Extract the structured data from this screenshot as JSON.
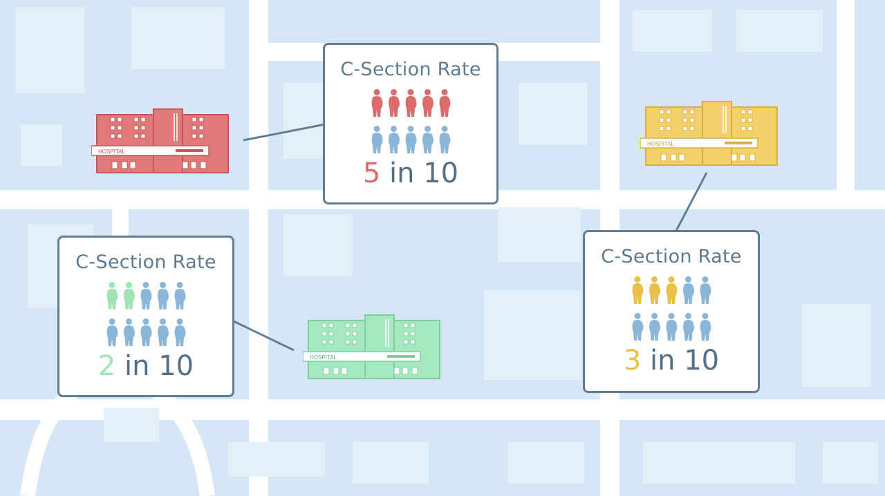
{
  "colors": {
    "background": "#d5e7f6",
    "block": "#e6f1fb",
    "road": "#ffffff",
    "card_border": "#607d94",
    "text": "#536f86",
    "figure_default": "#8cb6d8",
    "red": "#dc6b6b",
    "yellow": "#e8c04a",
    "green": "#9fe3b6"
  },
  "cards": [
    {
      "id": "red",
      "title": "C-Section Rate",
      "rate_num": "5",
      "rate_rest": " in 10",
      "rate_fraction": 0.5,
      "highlight_count": 5,
      "accent": "#dc6b6b"
    },
    {
      "id": "green",
      "title": "C-Section Rate",
      "rate_num": "2",
      "rate_rest": " in 10",
      "rate_fraction": 0.2,
      "highlight_count": 2,
      "accent": "#9fe3b6"
    },
    {
      "id": "yellow",
      "title": "C-Section Rate",
      "rate_num": "3",
      "rate_rest": " in 10",
      "rate_fraction": 0.3,
      "highlight_count": 3,
      "accent": "#e8c04a"
    }
  ],
  "hospitals": [
    {
      "id": "red",
      "label": "HOSPITAL",
      "color": "#e07a7a",
      "dark": "#c25858",
      "icon": "hospital-building-icon"
    },
    {
      "id": "green",
      "label": "HOSPITAL",
      "color": "#a6e8c0",
      "dark": "#7fcf9e",
      "icon": "hospital-building-icon"
    },
    {
      "id": "yellow",
      "label": "HOSPITAL",
      "color": "#f3d06a",
      "dark": "#d9b040",
      "icon": "hospital-building-icon"
    }
  ]
}
